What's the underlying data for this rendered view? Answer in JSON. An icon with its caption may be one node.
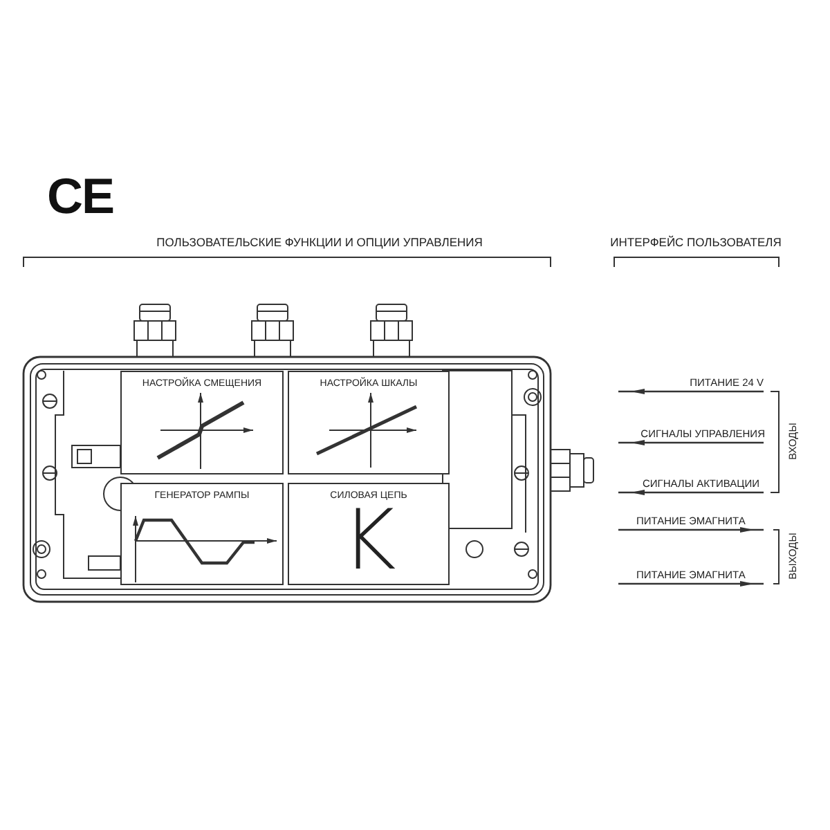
{
  "diagram": {
    "nodes": [
      {
        "text": [
          "НАСТРОЙКА СМЕЩЕНИЯ"
        ]
      },
      {
        "text": [
          "НАСТРОЙКА ШКАЛЫ"
        ]
      },
      {
        "text": [
          "ГЕНЕРАТОР РАМПЫ"
        ]
      },
      {
        "text": [
          "СИЛОВАЯ ЦЕПЬ",
          "K"
        ]
      }
    ],
    "labels": [
      "CE",
      "ПОЛЬЗОВАТЕЛЬСКИЕ ФУНКЦИИ И ОПЦИИ УПРАВЛЕНИЯ",
      "ИНТЕРФЕЙС ПОЛЬЗОВАТЕЛЯ",
      "ПИТАНИЕ 24 V",
      "СИГНАЛЫ УПРАВЛЕНИЯ",
      "ВХОДЫ",
      "СИГНАЛЫ АКТИВАЦИИ",
      "ПИТАНИЕ ЭМАГНИТА",
      "ВЫХОДЫ",
      "ПИТАНИЕ ЭМАГНИТА"
    ]
  }
}
